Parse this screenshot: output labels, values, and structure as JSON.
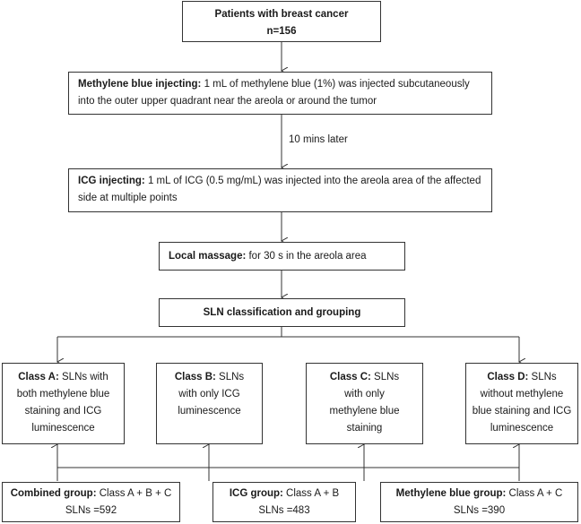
{
  "patients": {
    "title": "Patients with breast cancer",
    "n": "n=156"
  },
  "methylene_inject": {
    "label": "Methylene blue injecting:",
    "text": " 1 mL of methylene blue (1%) was injected subcutaneously into the outer upper quadrant near the areola or around the tumor"
  },
  "delay": "10 mins later",
  "icg_inject": {
    "label": "ICG injecting:",
    "text": " 1 mL of ICG (0.5 mg/mL) was injected into the areola area of the affected side at multiple points"
  },
  "massage": {
    "label": "Local massage:",
    "text": " for 30 s in the areola area"
  },
  "classification": "SLN classification and grouping",
  "classes": [
    {
      "label": "Class A:",
      "text": " SLNs with both methylene blue staining and ICG luminescence"
    },
    {
      "label": "Class B:",
      "text": " SLNs with only ICG luminescence"
    },
    {
      "label": "Class C:",
      "text": " SLNs with only methylene blue staining"
    },
    {
      "label": "Class D:",
      "text": " SLNs without methylene blue staining and ICG luminescence"
    }
  ],
  "groups": [
    {
      "label": "Combined group:",
      "text": " Class A + B + C",
      "count": "SLNs =592"
    },
    {
      "label": "ICG group:",
      "text": " Class A + B",
      "count": "SLNs =483"
    },
    {
      "label": "Methylene blue group:",
      "text": " Class A + C",
      "count": "SLNs =390"
    }
  ]
}
